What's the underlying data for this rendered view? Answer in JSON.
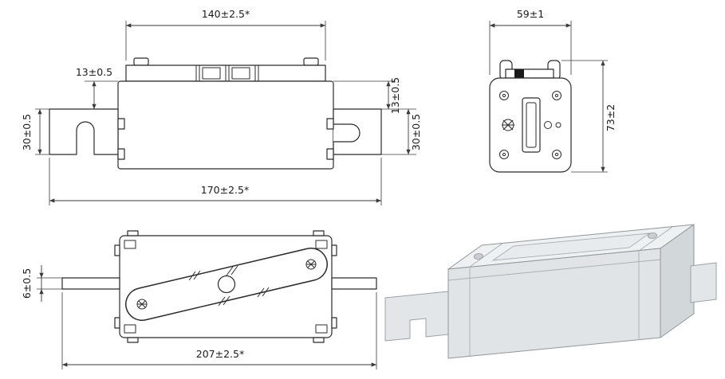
{
  "drawing": {
    "type": "technical-drawing-fuse-link",
    "front_view": {
      "dim_cap_width": "140±2.5*",
      "dim_left_offset": "13±0.5",
      "dim_right_offset": "13±0.5",
      "dim_left_blade_height": "30±0.5",
      "dim_right_blade_height": "30±0.5",
      "dim_overall_width": "170±2.5*"
    },
    "end_view": {
      "dim_width": "59±1",
      "dim_height": "73±2"
    },
    "bottom_view": {
      "dim_blade_thickness": "6±0.5",
      "dim_overall_length": "207±2.5*"
    },
    "colors": {
      "object_line": "#2b2b2b",
      "dimension_line": "#3a3a3a",
      "render_body_gray": "#e0e4e7",
      "background": "#ffffff"
    }
  }
}
